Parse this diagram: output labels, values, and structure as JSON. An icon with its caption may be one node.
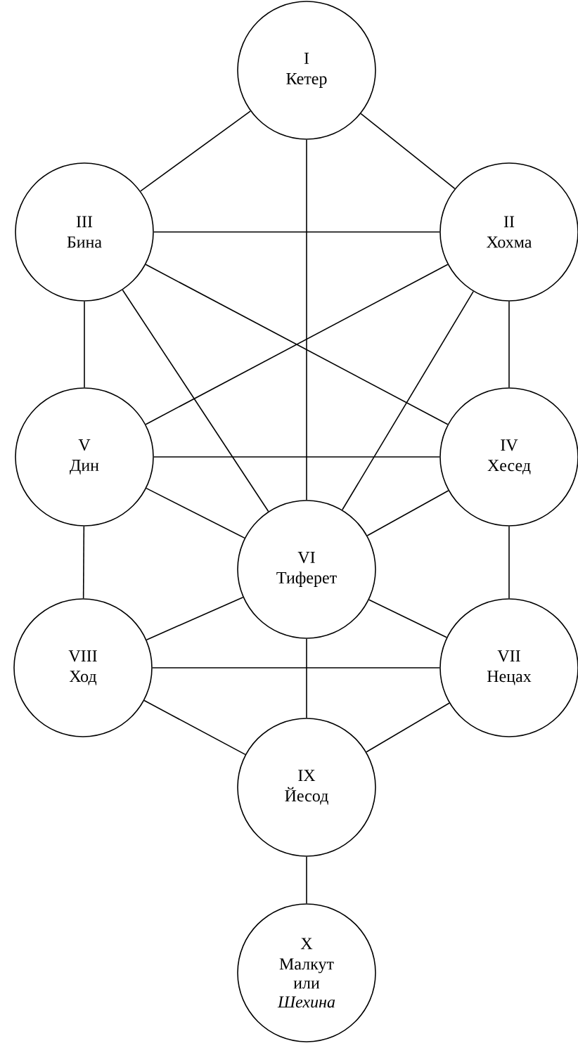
{
  "diagram": {
    "nodes": [
      {
        "text": [
          "I",
          "Кетер"
        ]
      },
      {
        "text": [
          "III",
          "Бина"
        ]
      },
      {
        "text": [
          "II",
          "Хохма"
        ]
      },
      {
        "text": [
          "V",
          "Дин"
        ]
      },
      {
        "text": [
          "IV",
          "Хесед"
        ]
      },
      {
        "text": [
          "VI",
          "Тиферет"
        ]
      },
      {
        "text": [
          "VIII",
          "Ход"
        ]
      },
      {
        "text": [
          "VII",
          "Нецах"
        ]
      },
      {
        "text": [
          "IX",
          "Йесод"
        ]
      },
      {
        "text": [
          "X",
          "Малкут или *Шехина*"
        ]
      }
    ],
    "edges": [
      {
        "from": 0,
        "to": 1,
        "arrow": "none"
      },
      {
        "from": 0,
        "to": 2,
        "arrow": "none"
      },
      {
        "from": 0,
        "to": 5,
        "arrow": "none"
      },
      {
        "from": 1,
        "to": 2,
        "arrow": "none"
      },
      {
        "from": 1,
        "to": 3,
        "arrow": "none"
      },
      {
        "from": 1,
        "to": 4,
        "arrow": "none"
      },
      {
        "from": 1,
        "to": 5,
        "arrow": "none"
      },
      {
        "from": 2,
        "to": 3,
        "arrow": "none"
      },
      {
        "from": 2,
        "to": 4,
        "arrow": "none"
      },
      {
        "from": 2,
        "to": 5,
        "arrow": "none"
      },
      {
        "from": 3,
        "to": 4,
        "arrow": "none"
      },
      {
        "from": 3,
        "to": 5,
        "arrow": "none"
      },
      {
        "from": 4,
        "to": 5,
        "arrow": "none"
      },
      {
        "from": 3,
        "to": 6,
        "arrow": "none"
      },
      {
        "from": 4,
        "to": 7,
        "arrow": "none"
      },
      {
        "from": 5,
        "to": 6,
        "arrow": "none"
      },
      {
        "from": 5,
        "to": 7,
        "arrow": "none"
      },
      {
        "from": 6,
        "to": 7,
        "arrow": "none"
      },
      {
        "from": 5,
        "to": 8,
        "arrow": "none"
      },
      {
        "from": 6,
        "to": 8,
        "arrow": "none"
      },
      {
        "from": 7,
        "to": 8,
        "arrow": "none"
      },
      {
        "from": 8,
        "to": 9,
        "arrow": "none"
      }
    ]
  }
}
